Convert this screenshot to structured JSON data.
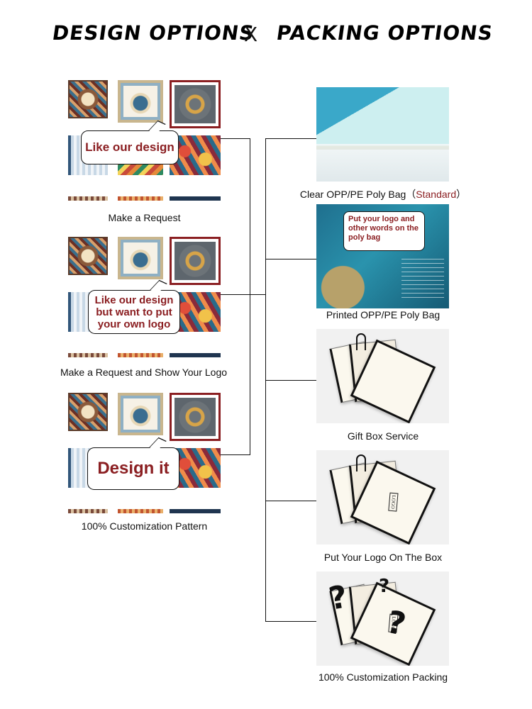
{
  "header": {
    "left_title": "DESIGN OPTIONS",
    "separator": "X",
    "right_title": "PACKING OPTIONS"
  },
  "design_options": [
    {
      "bubble": "Like our design",
      "caption": "Make a Request"
    },
    {
      "bubble_lines": [
        "Like our design",
        "but want to put",
        "your own logo"
      ],
      "caption": "Make a Request and Show Your Logo"
    },
    {
      "bubble": "Design it",
      "caption": "100% Customization Pattern"
    }
  ],
  "packing_options": [
    {
      "caption": "Clear OPP/PE Poly Bag",
      "caption_suffix_open": "（",
      "caption_highlight": "Standard",
      "caption_suffix_close": "）"
    },
    {
      "note_lines": [
        "Put your logo and",
        "other words on the",
        "poly bag"
      ],
      "caption": "Printed OPP/PE Poly Bag"
    },
    {
      "caption": "Gift Box Service"
    },
    {
      "logo_text": "LOGO",
      "caption": "Put Your Logo On The Box"
    },
    {
      "logo_text": "LOGO",
      "caption": "100% Customization Packing"
    }
  ],
  "colors": {
    "accent_red": "#8b1f22",
    "text": "#111111",
    "background": "#ffffff"
  }
}
